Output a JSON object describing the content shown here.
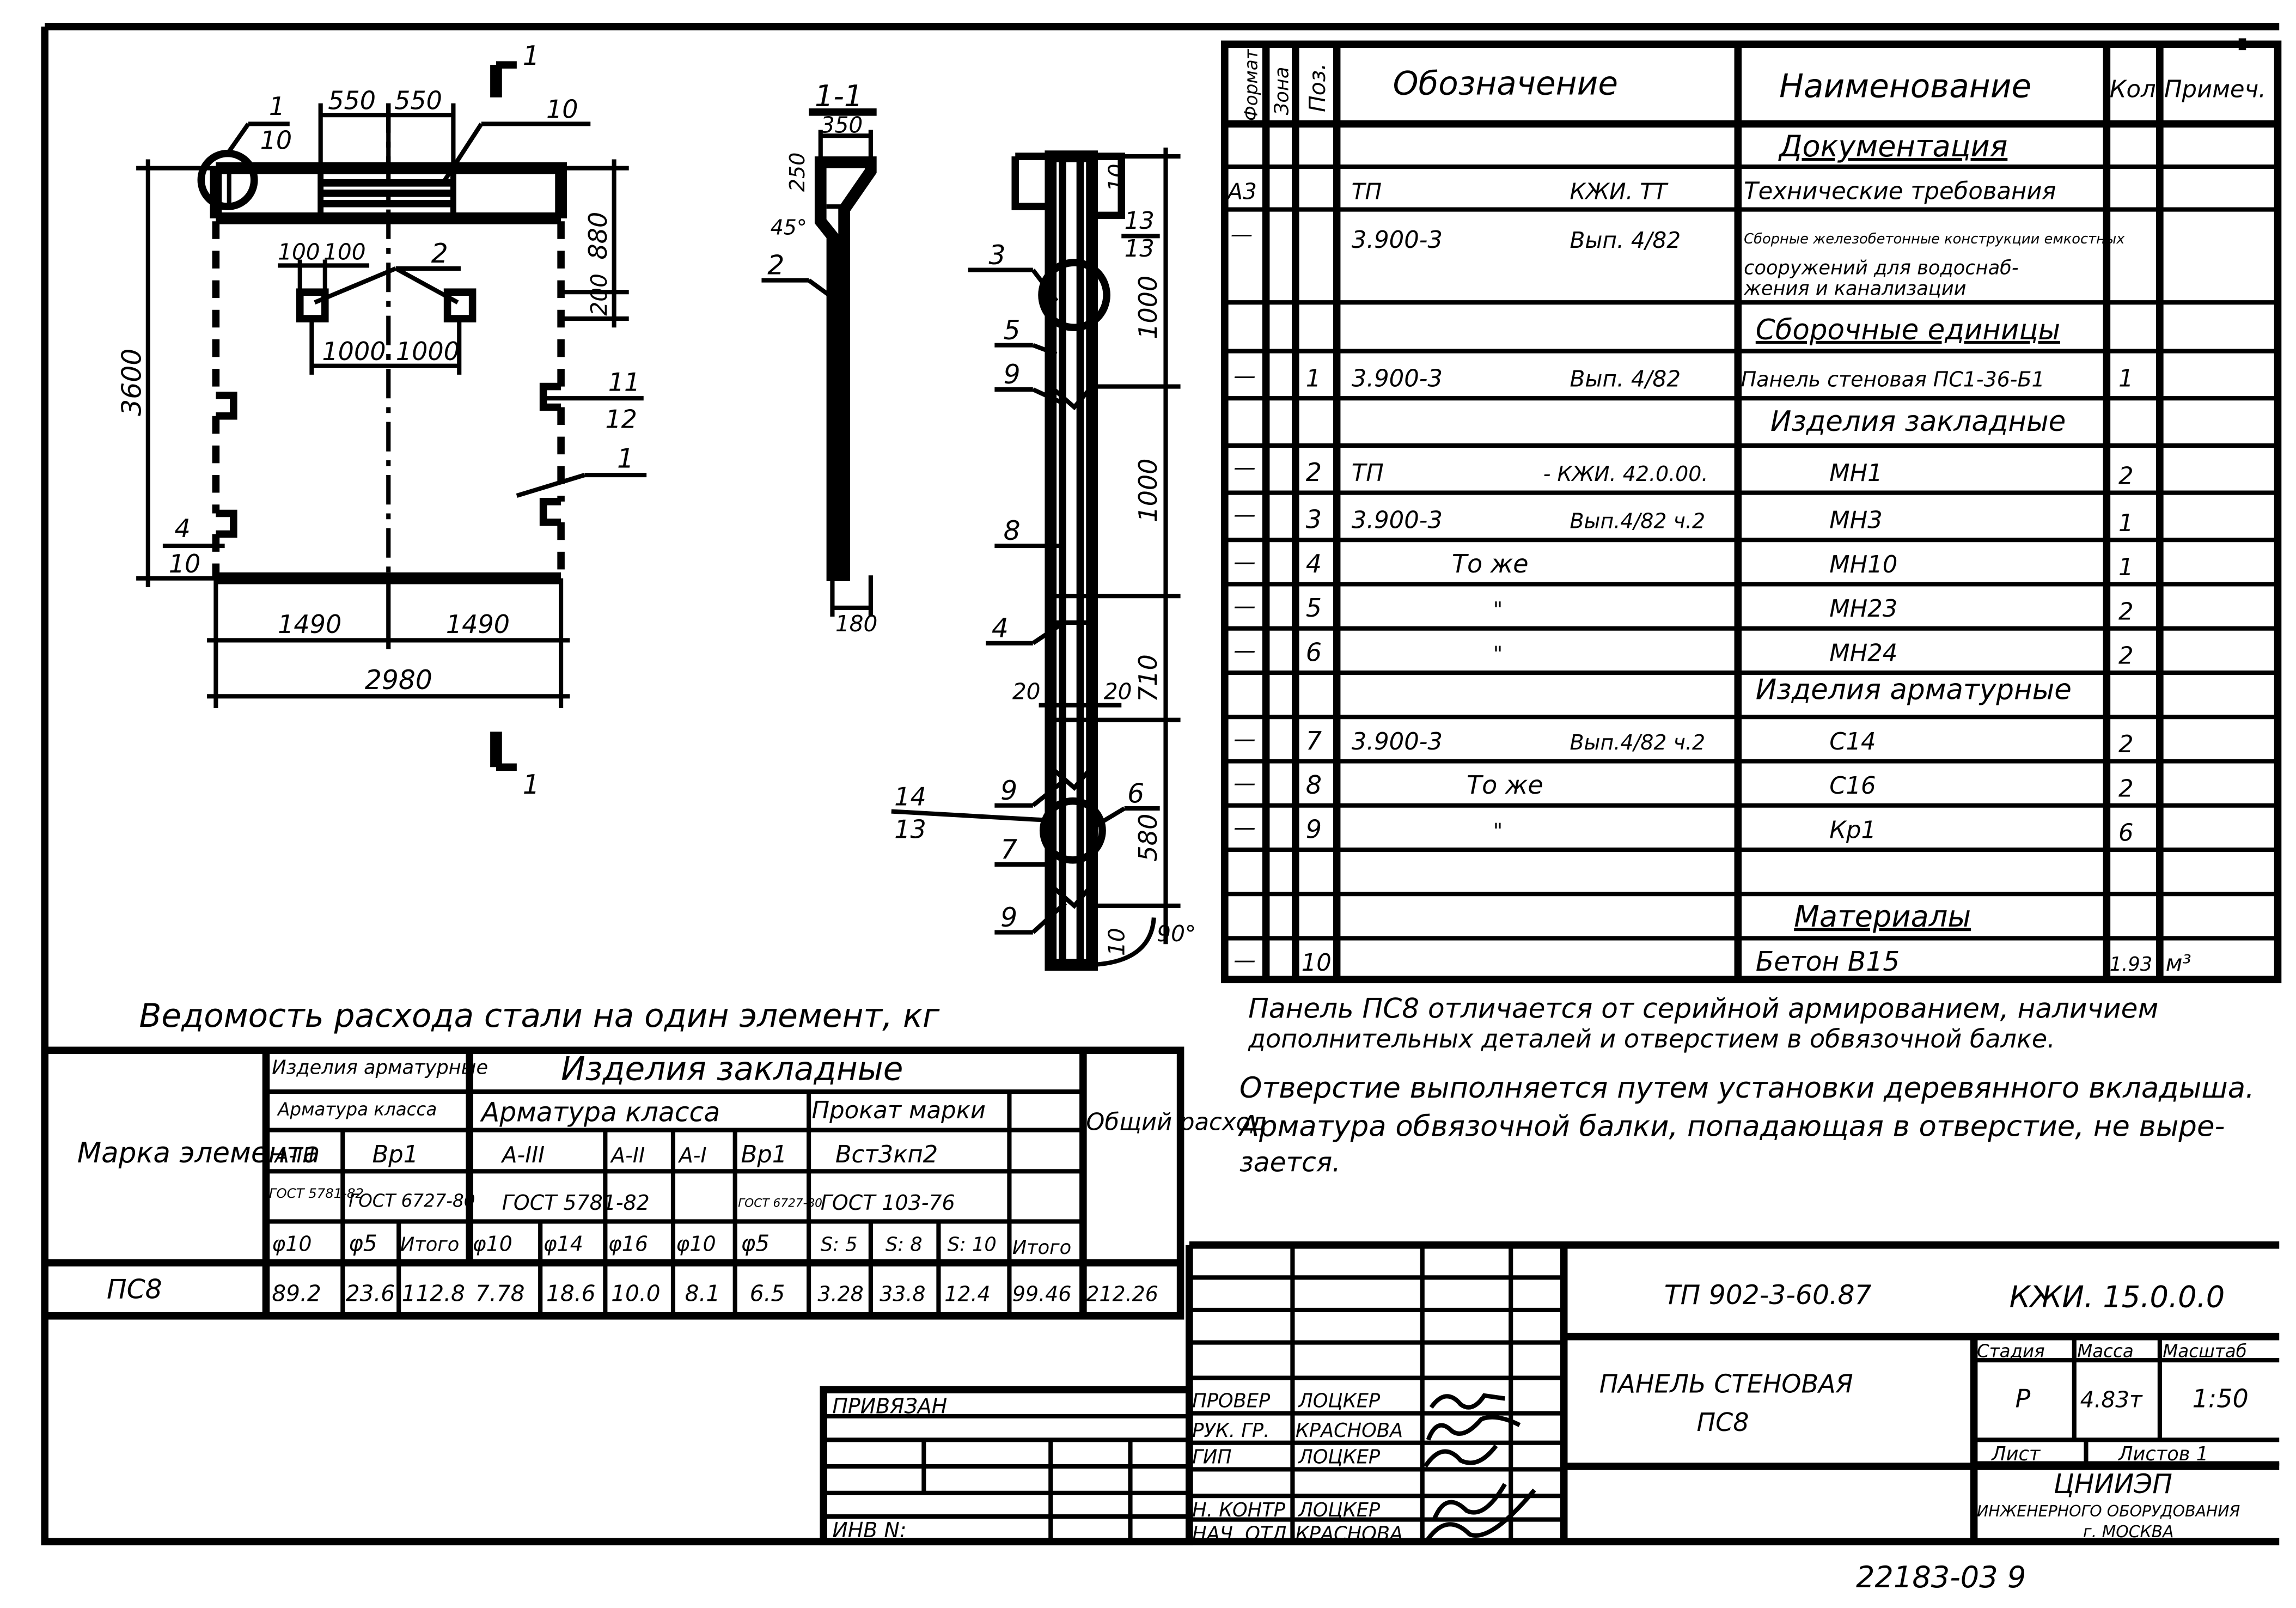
{
  "drawing": {
    "plan_dims": {
      "top_550a": "550",
      "top_550b": "550",
      "left_3600": "3600",
      "right_880": "880",
      "right_200": "200",
      "hole_100a": "100",
      "hole_100b": "100",
      "hole_1000a": "1000",
      "hole_1000b": "1000",
      "bot_1490a": "1490",
      "bot_1490b": "1490",
      "bot_2980": "2980"
    },
    "plan_callouts": {
      "c1_top": "1",
      "c1_bot": "10",
      "p10": "10",
      "p2": "2",
      "p1": "1",
      "c11_top": "11",
      "c11_bot": "12",
      "c4_top": "4",
      "c4_bot": "10"
    },
    "section_marks": {
      "top": "1",
      "bottom": "1"
    },
    "section": {
      "title": "1-1",
      "w350": "350",
      "h250": "250",
      "angle": "45°",
      "p2": "2",
      "w180": "180"
    },
    "elevation": {
      "p3": "3",
      "p5": "5",
      "p9a": "9",
      "p8": "8",
      "p4": "4",
      "p9b": "9",
      "p7": "7",
      "p9c": "9",
      "p6": "6",
      "c14_top": "14",
      "c14_bot": "13",
      "top10": "10",
      "c13a": "13",
      "c13b": "13",
      "d1000a": "1000",
      "d1000b": "1000",
      "d710": "710",
      "d580": "580",
      "d20a": "20",
      "d20b": "20",
      "bot10": "10",
      "ang90": "90°"
    }
  },
  "spec": {
    "headers": {
      "format": "Формат",
      "zone": "Зона",
      "pos": "Поз.",
      "designation": "Обозначение",
      "name": "Наименование",
      "qty": "Кол",
      "note": "Примеч."
    },
    "sections": {
      "docs": "Документация",
      "assemblies": "Сборочные единицы",
      "embedded": "Изделия закладные",
      "rebar": "Изделия арматурные",
      "materials": "Материалы"
    },
    "rows": [
      {
        "fmt": "А3",
        "pos": "",
        "code": "ТП",
        "series": "КЖИ. ТТ",
        "name": "Технические требования",
        "qty": "",
        "note": ""
      },
      {
        "fmt": "—",
        "pos": "",
        "code": "3.900-3",
        "series": "Вып. 4/82",
        "name": "Сборные железобетонные конструкции емкостных",
        "qty": "",
        "note": ""
      },
      {
        "fmt": "",
        "pos": "",
        "code": "",
        "series": "",
        "name": "сооружений для водоснаб-",
        "qty": "",
        "note": ""
      },
      {
        "fmt": "",
        "pos": "",
        "code": "",
        "series": "",
        "name": "жения и канализации",
        "qty": "",
        "note": ""
      },
      {
        "fmt": "—",
        "pos": "1",
        "code": "3.900-3",
        "series": "Вып. 4/82",
        "name": "Панель стеновая ПС1-36-Б1",
        "qty": "1",
        "note": ""
      },
      {
        "fmt": "—",
        "pos": "2",
        "code": "ТП",
        "series": "- КЖИ. 42.0.00.",
        "name": "МН1",
        "qty": "2",
        "note": ""
      },
      {
        "fmt": "—",
        "pos": "3",
        "code": "3.900-3",
        "series": "Вып.4/82 ч.2",
        "name": "МН3",
        "qty": "1",
        "note": ""
      },
      {
        "fmt": "—",
        "pos": "4",
        "code": "То же",
        "series": "",
        "name": "МН10",
        "qty": "1",
        "note": ""
      },
      {
        "fmt": "—",
        "pos": "5",
        "code": "\"",
        "series": "",
        "name": "МН23",
        "qty": "2",
        "note": ""
      },
      {
        "fmt": "—",
        "pos": "6",
        "code": "\"",
        "series": "",
        "name": "МН24",
        "qty": "2",
        "note": ""
      },
      {
        "fmt": "—",
        "pos": "7",
        "code": "3.900-3",
        "series": "Вып.4/82 ч.2",
        "name": "С14",
        "qty": "2",
        "note": ""
      },
      {
        "fmt": "—",
        "pos": "8",
        "code": "То же",
        "series": "",
        "name": "С16",
        "qty": "2",
        "note": ""
      },
      {
        "fmt": "—",
        "pos": "9",
        "code": "\"",
        "series": "",
        "name": "Кр1",
        "qty": "6",
        "note": ""
      },
      {
        "fmt": "—",
        "pos": "10",
        "code": "",
        "series": "",
        "name": "Бетон В15",
        "qty": "1.93",
        "note": "м³"
      }
    ]
  },
  "notes": {
    "line1": "Панель ПС8 отличается от серийной армированием, наличием",
    "line2": "дополнительных деталей и отверстием в обвязочной балке.",
    "line3": "Отверстие выполняется путем установки деревянного вкладыша.",
    "line4": "Арматура обвязочной балки, попадающая в отверстие, не выре-",
    "line5": "зается."
  },
  "steel": {
    "title": "Ведомость расхода стали на один элемент, кг",
    "h_mark": "Марка элемента",
    "h_rebar_items": "Изделия арматурные",
    "h_embedded_items": "Изделия закладные",
    "h_rebar_class1": "Арматура класса",
    "h_rebar_class2": "Арматура класса",
    "h_rolled": "Прокат марки",
    "h_total": "Общий расход",
    "c_a3": "А-III",
    "c_vr1": "Вр1",
    "c_a3b": "А-III",
    "c_a2": "А-II",
    "c_a1": "А-I",
    "c_vr1b": "Вр1",
    "c_steel": "Вст3кп2",
    "g_5781": "ГОСТ 5781-82",
    "g_6727": "ГОСТ 6727-80",
    "g_5781b": "ГОСТ 5781-82",
    "g_6727b": "ГОСТ 6727-80",
    "g_103": "ГОСТ 103-76",
    "d": [
      "φ10",
      "φ5",
      "Итого",
      "φ10",
      "φ14",
      "φ16",
      "φ10",
      "φ5",
      "S: 5",
      "S: 8",
      "S: 10",
      "Итого"
    ],
    "row_mark": "ПС8",
    "row": [
      "89.2",
      "23.6",
      "112.8",
      "7.78",
      "18.6",
      "10.0",
      "8.1",
      "6.5",
      "3.28",
      "33.8",
      "12.4",
      "99.46",
      "212.26"
    ]
  },
  "title_block": {
    "project": "ТП 902-3-60.87",
    "code": "КЖИ. 15.0.0.0",
    "name_l1": "ПАНЕЛЬ СТЕНОВАЯ",
    "name_l2": "ПС8",
    "stage_h": "Стадия",
    "mass_h": "Масса",
    "scale_h": "Масштаб",
    "stage": "Р",
    "mass": "4.83т",
    "scale": "1:50",
    "sheet_h": "Лист",
    "sheets_h": "Листов 1",
    "org1": "ЦНИИЭП",
    "org2": "ИНЖЕНЕРНОГО ОБОРУДОВАНИЯ",
    "org3": "г. МОСКВА",
    "tied": "ПРИВЯЗАН",
    "inv": "ИНВ N:",
    "roles": [
      {
        "role": "ПРОВЕР",
        "person": "ЛОЦКЕР"
      },
      {
        "role": "РУК. ГР.",
        "person": "КРАСНОВА"
      },
      {
        "role": "ГИП",
        "person": "ЛОЦКЕР"
      },
      {
        "role": "Н. КОНТР",
        "person": "ЛОЦКЕР"
      },
      {
        "role": "НАЧ. ОТД",
        "person": "КРАСНОВА"
      }
    ],
    "footer": "22183-03   9"
  }
}
